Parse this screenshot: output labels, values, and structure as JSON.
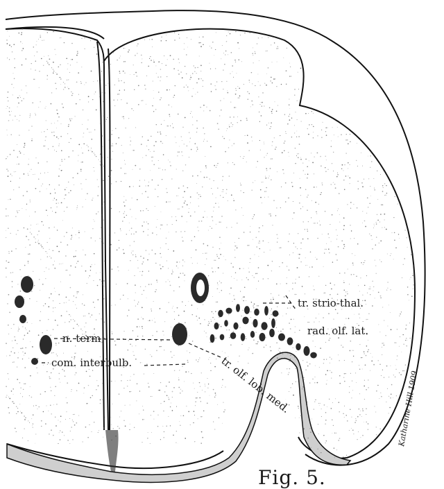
{
  "figure": {
    "caption": "Fig. 5.",
    "signature": "Katharine Hill 1909",
    "labels": {
      "tr_strio_thal": "tr. strio-thal.",
      "rad_olf_lat": "rad. olf. lat.",
      "n_term": "n. term",
      "com_interbulb": "com. interbulb.",
      "tr_olf_lob_med": "tr. olf. lob. med."
    },
    "colors": {
      "ink": "#111111",
      "stipple": "#555555",
      "shaded": "#cfcfcf",
      "paper": "#ffffff"
    }
  }
}
